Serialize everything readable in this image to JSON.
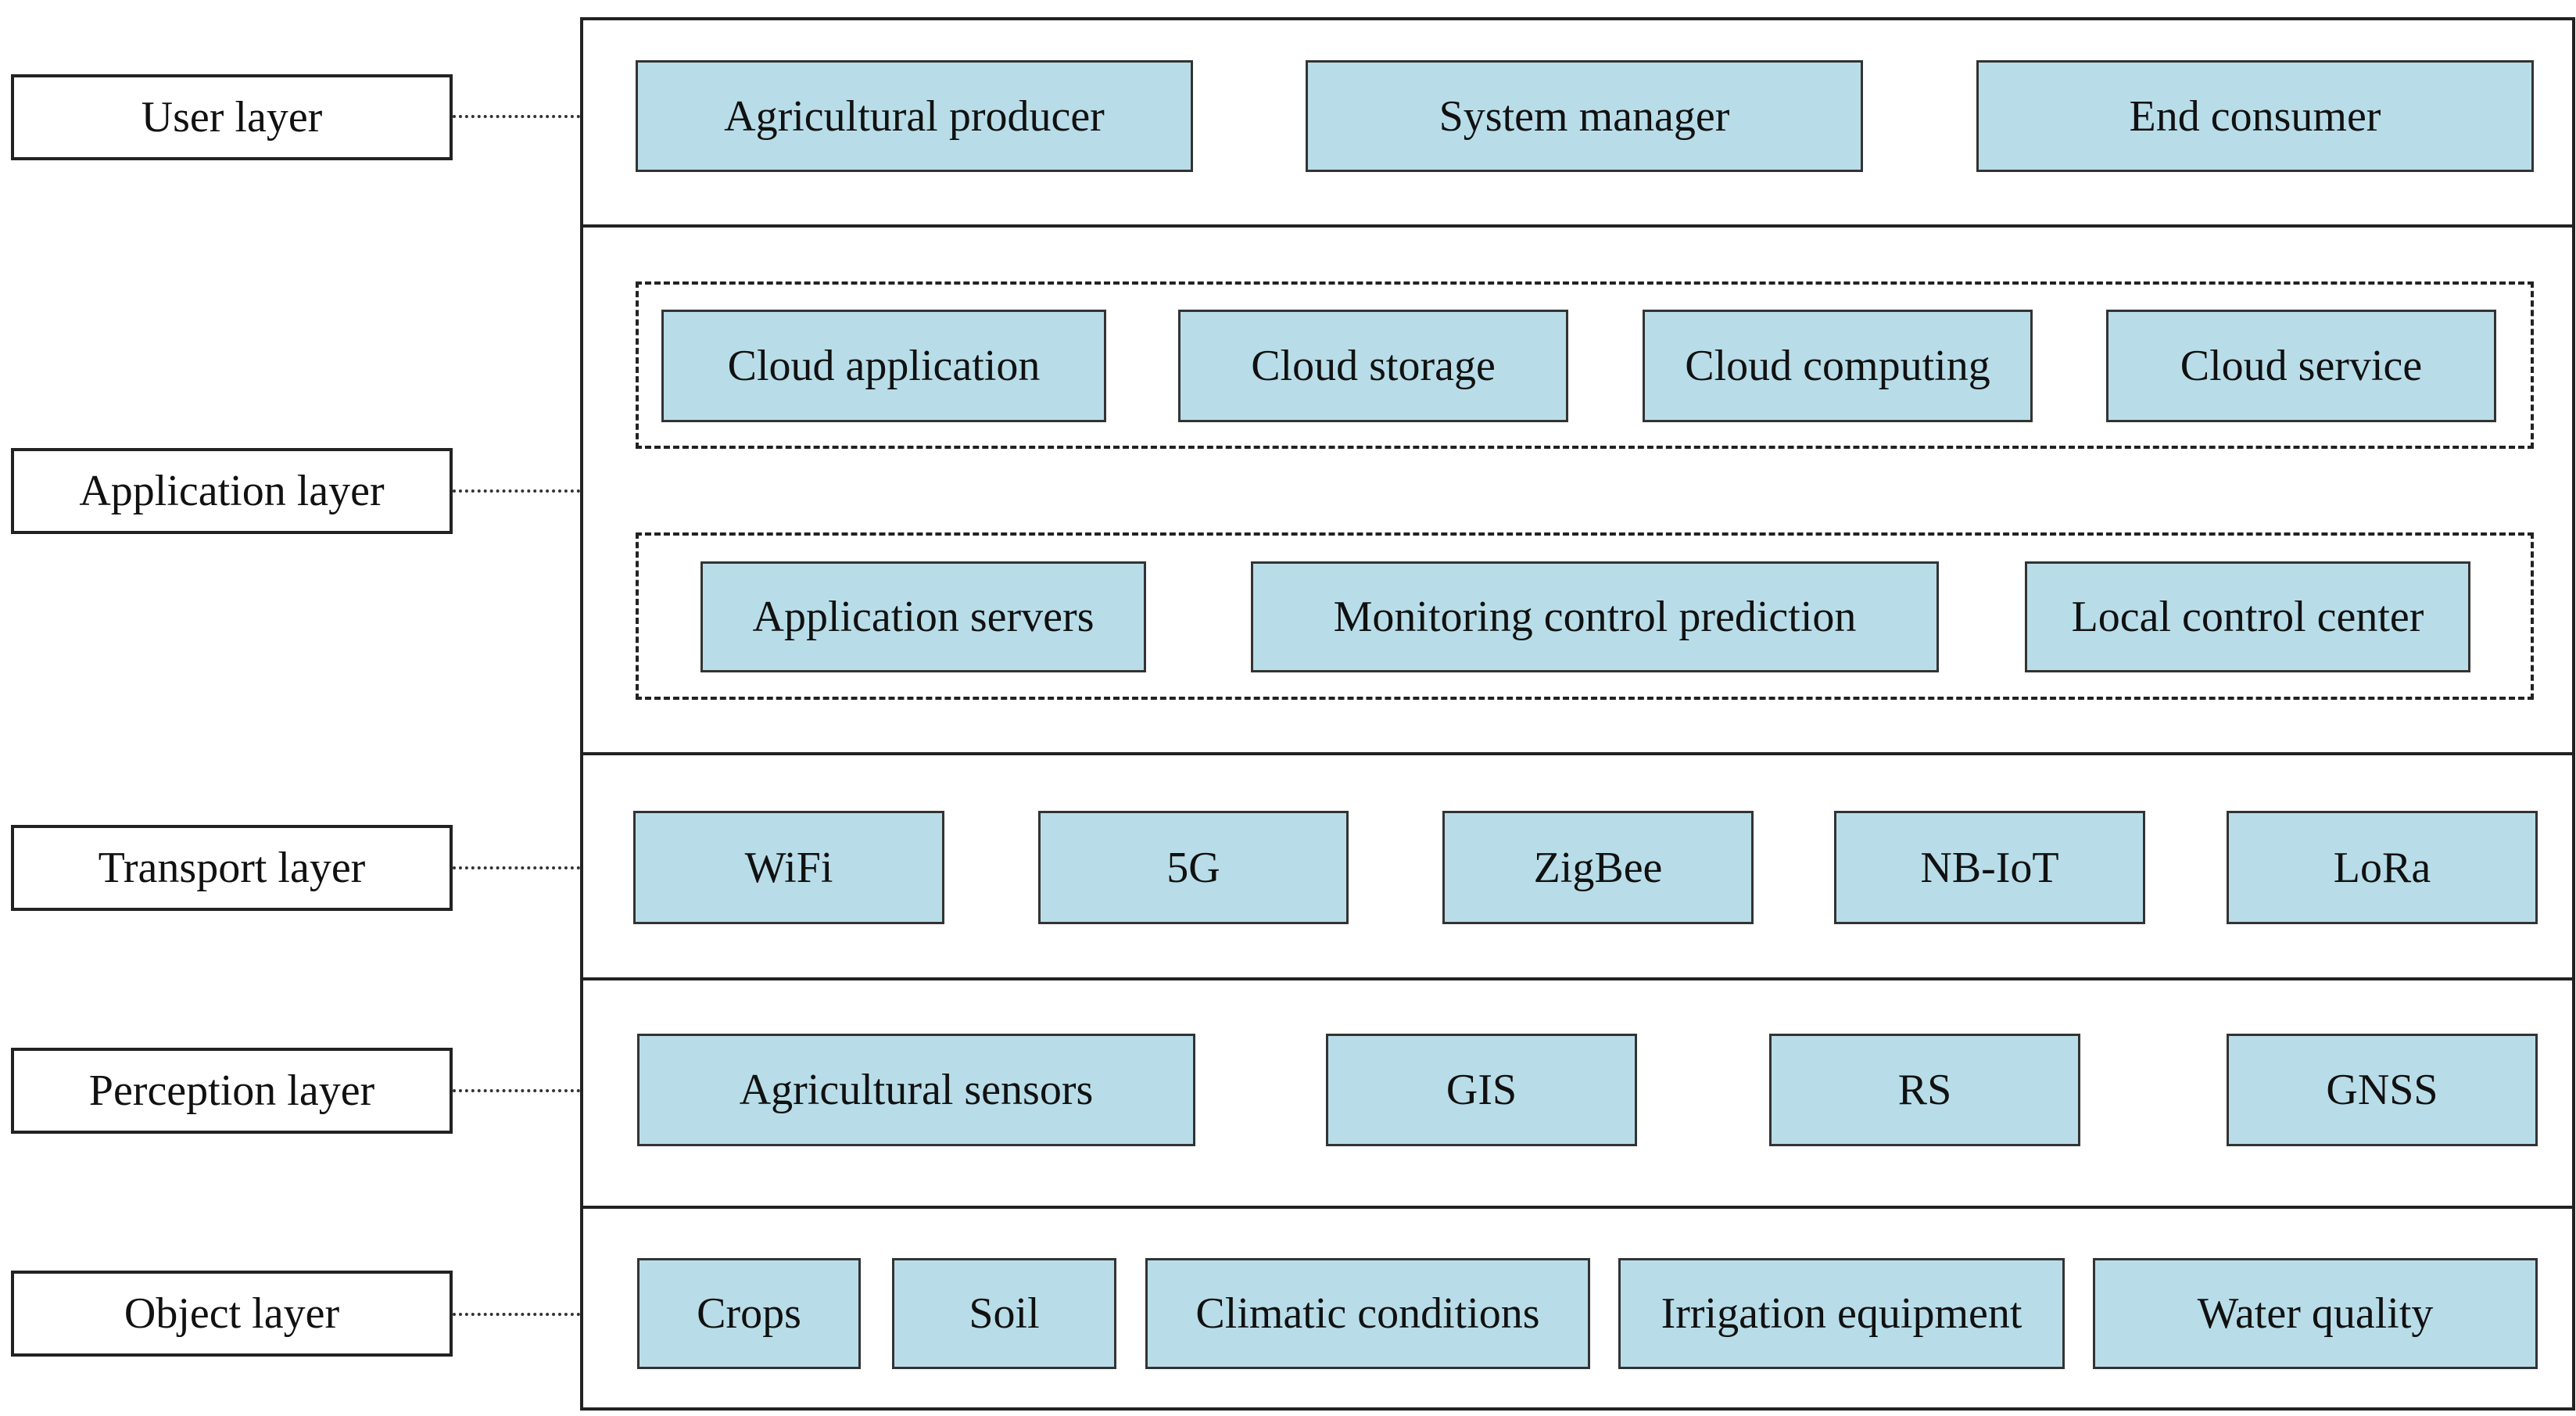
{
  "layers": {
    "user": {
      "label": "User layer",
      "items": [
        "Agricultural producer",
        "System manager",
        "End consumer"
      ]
    },
    "application": {
      "label": "Application layer",
      "cloud_items": [
        "Cloud application",
        "Cloud storage",
        "Cloud computing",
        "Cloud service"
      ],
      "local_items": [
        "Application servers",
        "Monitoring control prediction",
        "Local control center"
      ]
    },
    "transport": {
      "label": "Transport layer",
      "items": [
        "WiFi",
        "5G",
        "ZigBee",
        "NB-IoT",
        "LoRa"
      ]
    },
    "perception": {
      "label": "Perception layer",
      "items": [
        "Agricultural sensors",
        "GIS",
        "RS",
        "GNSS"
      ]
    },
    "object": {
      "label": "Object layer",
      "items": [
        "Crops",
        "Soil",
        "Climatic conditions",
        "Irrigation equipment",
        "Water quality"
      ]
    }
  },
  "colors": {
    "node_fill": "#b8dde8",
    "border": "#222222"
  }
}
